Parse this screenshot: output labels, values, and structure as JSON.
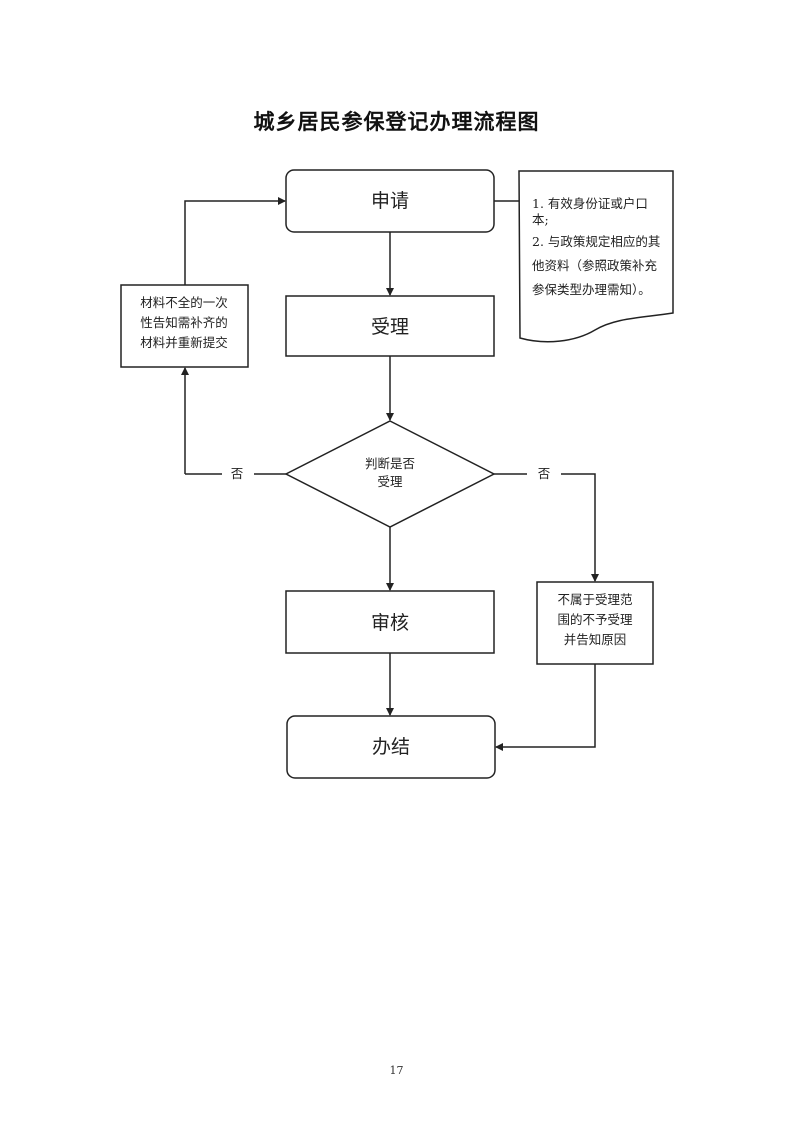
{
  "document": {
    "title": "城乡居民参保登记办理流程图",
    "page_number": "17"
  },
  "flowchart": {
    "nodes": {
      "apply": "申请",
      "accept": "受理",
      "decision": [
        "判断是否",
        "受理"
      ],
      "review": "审核",
      "complete": "办结",
      "materials_incomplete": [
        "材料不全的一次",
        "性告知需补齐的",
        "材料并重新提交"
      ],
      "not_in_scope": [
        "不属于受理范",
        "围的不予受理",
        "并告知原因"
      ],
      "required_documents": [
        "1. 有效身份证或户口",
        "本;",
        "2. 与政策规定相应的其",
        "他资料（参照政策补充",
        "参保类型办理需知）。"
      ]
    },
    "edge_labels": {
      "no_left": "否",
      "no_right": "否"
    }
  }
}
